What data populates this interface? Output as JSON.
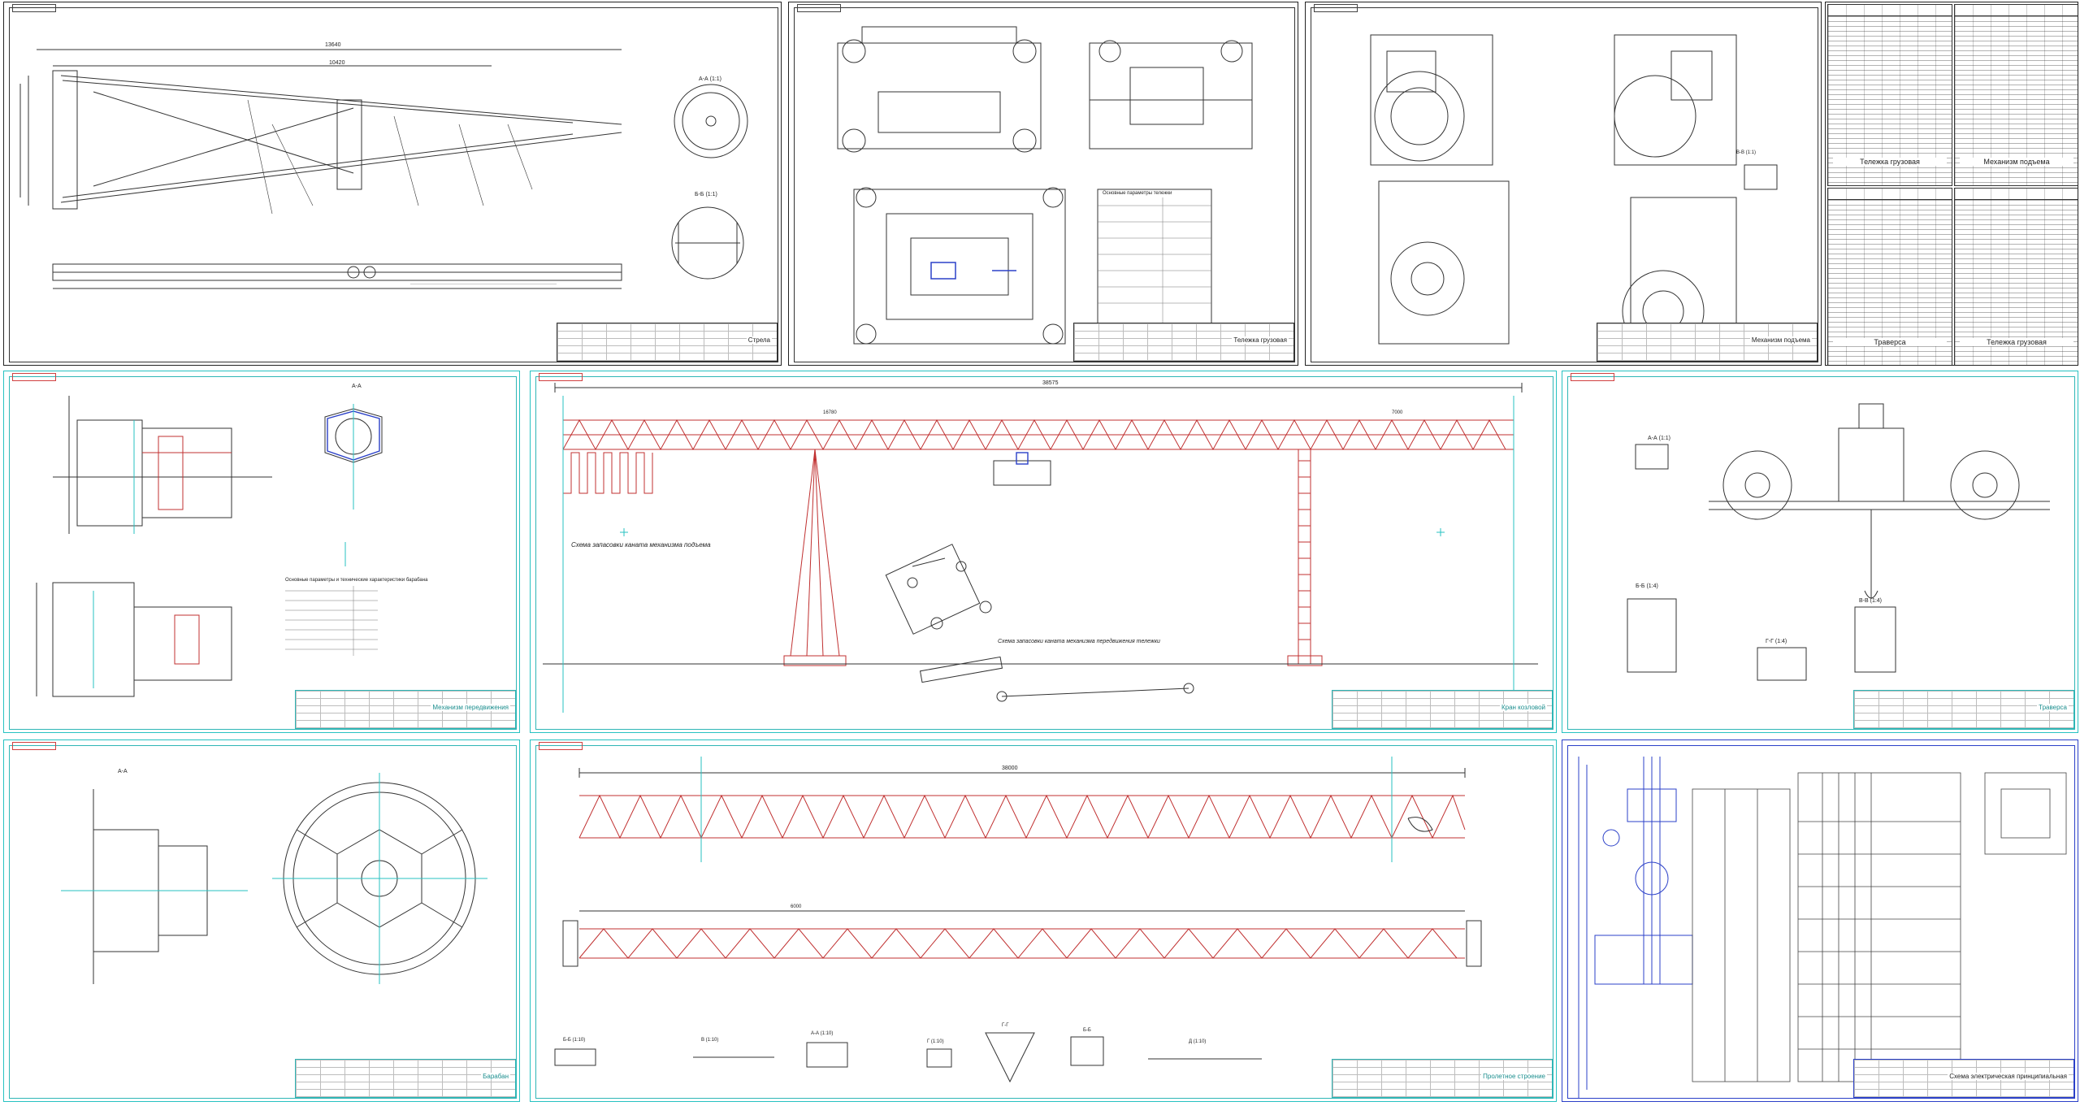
{
  "sheets": {
    "boom": {
      "stamp_title": "Стрела",
      "section_a": "А-А (1:1)",
      "section_b": "Б-Б (1:1)"
    },
    "trolley": {
      "stamp_title": "Тележка грузовая",
      "table_title": "Основные параметры тележки"
    },
    "hoist": {
      "stamp_title": "Механизм подъема",
      "section_v": "В-В (1:1)"
    },
    "spec": {
      "title_1": "Тележка грузовая",
      "title_2": "Механизм подъема",
      "title_3": "Траверса",
      "title_4": "Тележка грузовая"
    },
    "winch": {
      "section_a": "А-А",
      "table_title": "Основные параметры и технические характеристики барабана",
      "stamp_title": "Механизм передвижения"
    },
    "crane": {
      "stamp_title": "Кран козловой",
      "scheme_1": "Схема запасовки каната механизма подъема",
      "scheme_2": "Схема запасовки каната механизма передвижения тележки"
    },
    "traverse": {
      "section_a": "А-А (1:1)",
      "section_b": "Б-Б (1:4)",
      "section_g": "Г-Г (1:4)",
      "section_v": "В-В (1:4)",
      "stamp_title": "Траверса"
    },
    "drum": {
      "section_a": "А-А",
      "stamp_title": "Барабан"
    },
    "girder": {
      "section_b": "Б-Б (1:10)",
      "section_v": "В (1:10)",
      "section_a": "А-А (1:10)",
      "section_g": "Г (1:10)",
      "section_gg": "Г-Г",
      "section_bb": "Б-Б",
      "section_d": "Д (1:10)",
      "stamp_title": "Пролетное строение"
    },
    "electric": {
      "stamp_title": "Схема электрическая принципиальная"
    }
  },
  "dims": {
    "boom_total": "13640",
    "boom_len": "10420",
    "crane_span": "38575",
    "crane_left": "16780",
    "crane_right": "7000",
    "girder_total": "38000",
    "girder_panel": "6000"
  }
}
